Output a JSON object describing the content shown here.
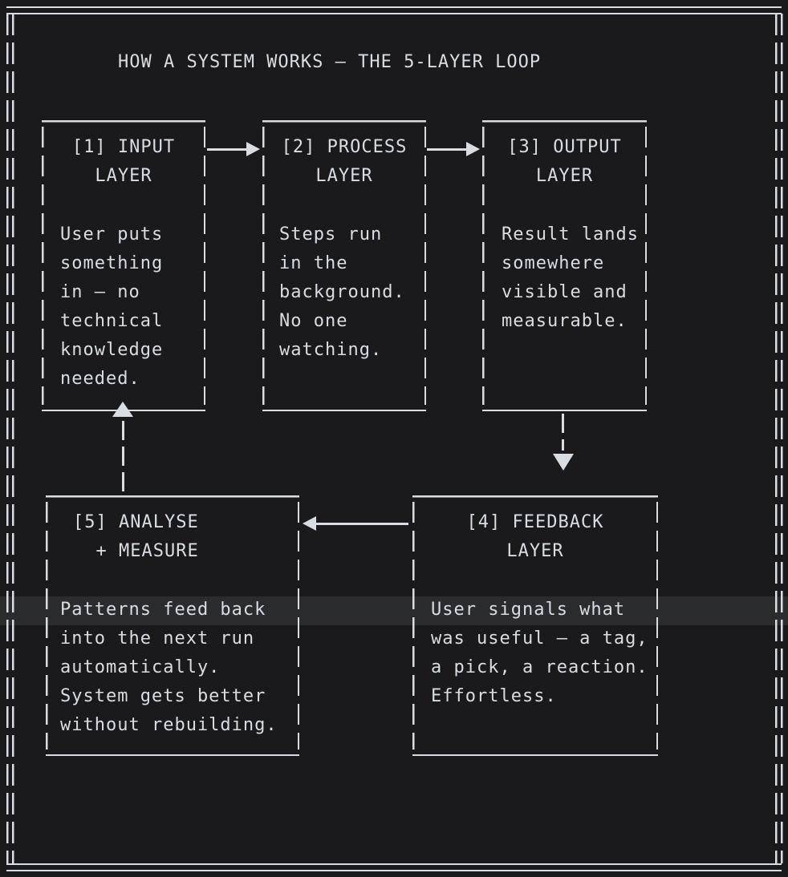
{
  "colors": {
    "background": "#1a1a1c",
    "foreground": "#d8dde4",
    "highlight_row": "#2b2c2e"
  },
  "title": "HOW A SYSTEM WORKS — THE 5-LAYER LOOP",
  "boxes": [
    {
      "name": "input-layer",
      "header": [
        "[1] INPUT",
        "LAYER"
      ],
      "body": [
        "User puts",
        "something",
        "in — no",
        "technical",
        "knowledge",
        "needed."
      ]
    },
    {
      "name": "process-layer",
      "header": [
        "[2] PROCESS",
        "LAYER"
      ],
      "body": [
        "Steps run",
        "in the",
        "background.",
        "No one",
        "watching."
      ]
    },
    {
      "name": "output-layer",
      "header": [
        "[3] OUTPUT",
        "LAYER"
      ],
      "body": [
        "Result lands",
        "somewhere",
        "visible and",
        "measurable."
      ]
    },
    {
      "name": "feedback-layer",
      "header": [
        "[4] FEEDBACK",
        "LAYER"
      ],
      "body": [
        "User signals what",
        "was useful — a tag,",
        "a pick, a reaction.",
        "Effortless."
      ]
    },
    {
      "name": "analyse-measure",
      "header": [
        "[5] ANALYSE",
        "  + MEASURE"
      ],
      "body": [
        "Patterns feed back",
        "into the next run",
        "automatically.",
        "System gets better",
        "without rebuilding."
      ]
    }
  ],
  "arrows": [
    {
      "from": "input-layer",
      "to": "process-layer",
      "direction": "right"
    },
    {
      "from": "process-layer",
      "to": "output-layer",
      "direction": "right"
    },
    {
      "from": "output-layer",
      "to": "feedback-layer",
      "direction": "down"
    },
    {
      "from": "feedback-layer",
      "to": "analyse-measure",
      "direction": "left"
    },
    {
      "from": "analyse-measure",
      "to": "input-layer",
      "direction": "up"
    }
  ]
}
